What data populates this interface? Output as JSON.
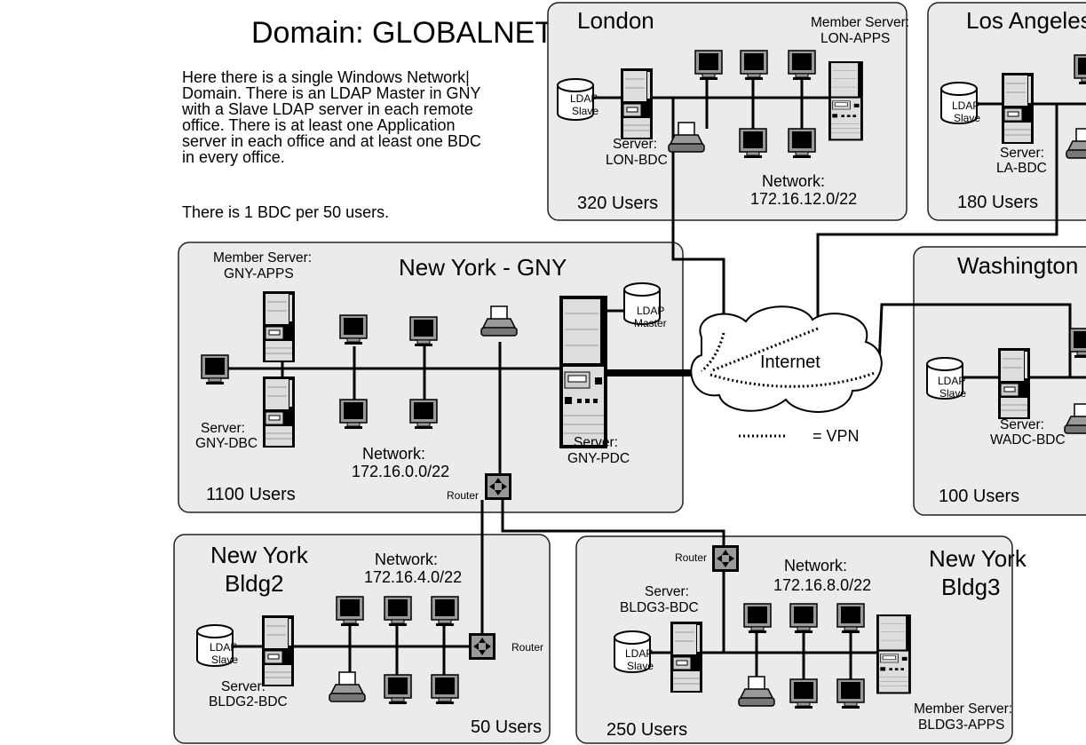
{
  "title": "Domain: GLOBALNET",
  "description": [
    "Here there is a single Windows Network|",
    "Domain. There is an LDAP Master in GNY",
    "with a Slave LDAP server in each remote",
    "office. There is at least one Application",
    "server in each office and at least one BDC",
    "in every office."
  ],
  "note": "There is 1 BDC per 50 users.",
  "legend": {
    "vpn_label": "= VPN"
  },
  "internet": "Internet",
  "router_label": "Router",
  "sites": {
    "london": {
      "name": "London",
      "users": "320 Users",
      "network_label": "Network:",
      "network": "172.16.12.0/22",
      "bdc": [
        "Server:",
        "LON-BDC"
      ],
      "apps": [
        "Member Server:",
        "LON-APPS"
      ],
      "ldap": [
        "LDAP",
        "Slave"
      ]
    },
    "la": {
      "name": "Los Angeles",
      "users": "180 Users",
      "bdc": [
        "Server:",
        "LA-BDC"
      ],
      "ldap": [
        "LDAP",
        "Slave"
      ]
    },
    "washington": {
      "name": "Washington",
      "users": "100 Users",
      "bdc": [
        "Server:",
        "WADC-BDC"
      ],
      "ldap": [
        "LDAP",
        "Slave"
      ]
    },
    "gny": {
      "name": "New York - GNY",
      "users": "1100 Users",
      "network_label": "Network:",
      "network": "172.16.0.0/22",
      "apps": [
        "Member Server:",
        "GNY-APPS"
      ],
      "bdc": [
        "Server:",
        "GNY-DBC"
      ],
      "pdc": [
        "Server:",
        "GNY-PDC"
      ],
      "ldap": [
        "LDAP",
        "Master"
      ]
    },
    "bldg2": {
      "name": [
        "New York",
        "Bldg2"
      ],
      "users": "50 Users",
      "network_label": "Network:",
      "network": "172.16.4.0/22",
      "bdc": [
        "Server:",
        "BLDG2-BDC"
      ],
      "ldap": [
        "LDAP",
        "Slave"
      ]
    },
    "bldg3": {
      "name": [
        "New York",
        "Bldg3"
      ],
      "users": "250 Users",
      "network_label": "Network:",
      "network": "172.16.8.0/22",
      "bdc": [
        "Server:",
        "BLDG3-BDC"
      ],
      "apps": [
        "Member Server:",
        "BLDG3-APPS"
      ],
      "ldap": [
        "LDAP",
        "Slave"
      ]
    }
  }
}
